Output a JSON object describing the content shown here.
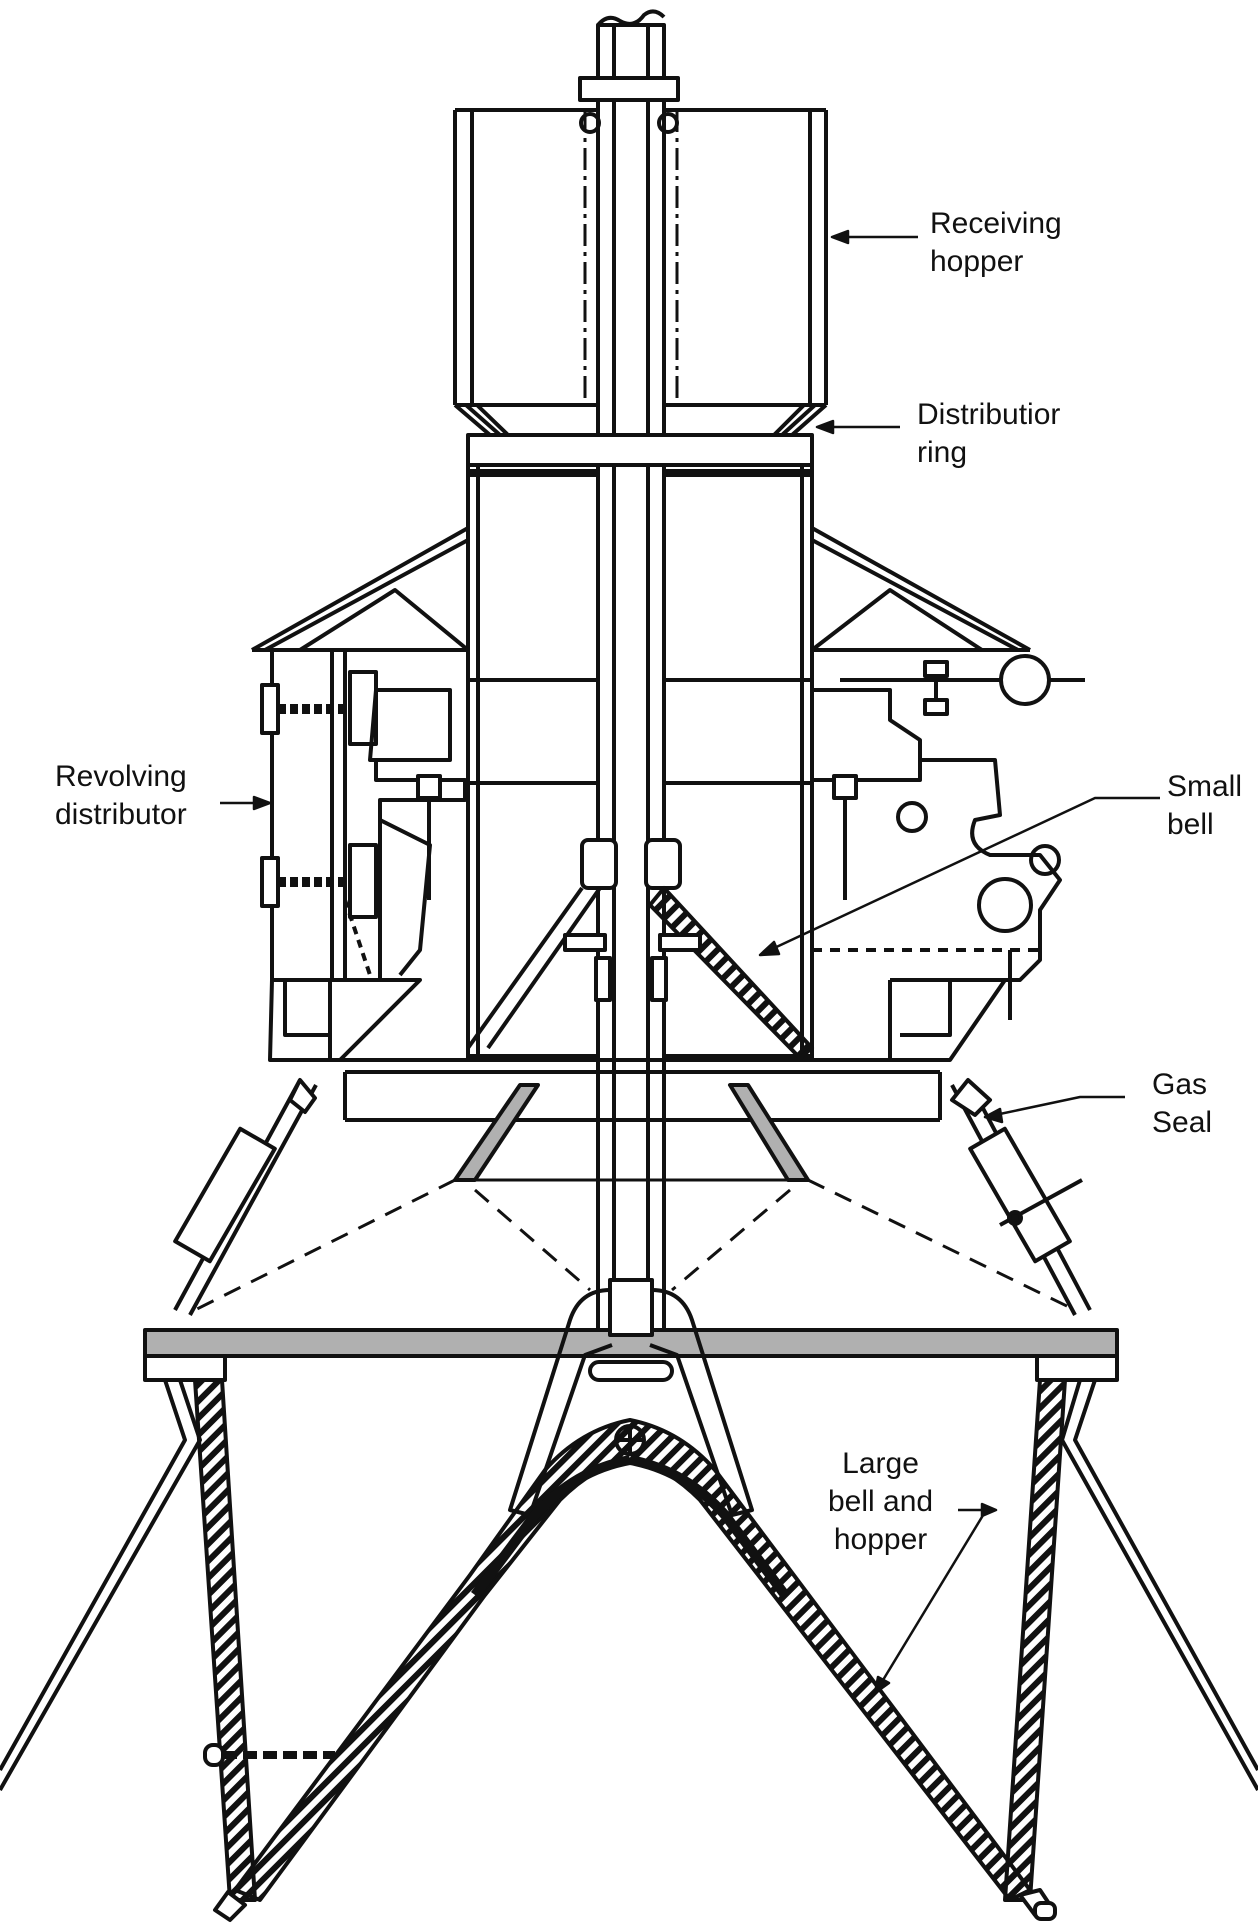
{
  "labels": {
    "receiving_hopper": [
      "Receiving",
      "hopper"
    ],
    "distribution_ring": [
      "Distributior",
      "ring"
    ],
    "revolving_distributor": [
      "Revolving",
      "distributor"
    ],
    "small_bell": [
      "Small",
      "bell"
    ],
    "gas_seal": [
      "Gas",
      "Seal"
    ],
    "large_bell_hopper": [
      "Large",
      "bell and",
      "hopper"
    ]
  },
  "colors": {
    "line": "#111111",
    "gray_fill": "#b0b0b0",
    "background": "#ffffff"
  }
}
